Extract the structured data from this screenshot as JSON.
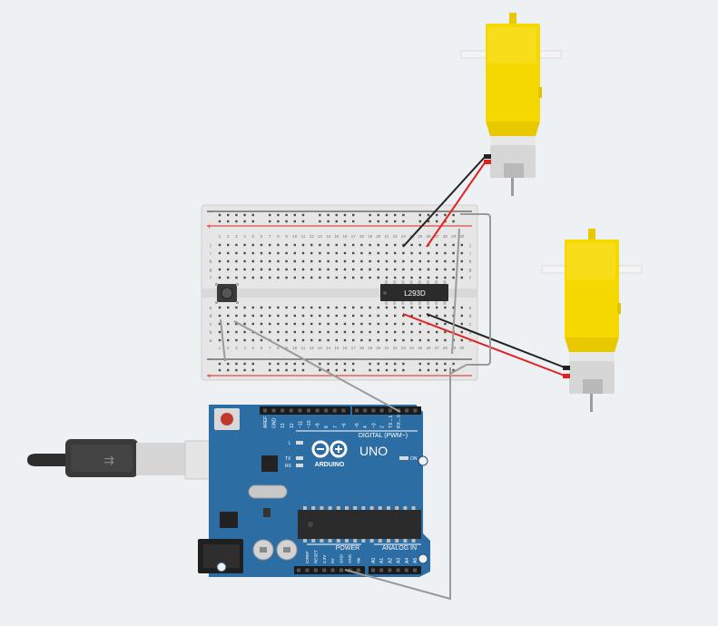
{
  "breadboard": {
    "column_numbers": [
      "1",
      "2",
      "3",
      "4",
      "5",
      "6",
      "7",
      "8",
      "9",
      "10",
      "11",
      "12",
      "13",
      "14",
      "15",
      "16",
      "17",
      "18",
      "19",
      "20",
      "21",
      "22",
      "23",
      "24",
      "25",
      "26",
      "27",
      "28",
      "29",
      "30"
    ],
    "row_letters_top": [
      "j",
      "i",
      "h",
      "g",
      "f"
    ],
    "row_letters_bottom": [
      "e",
      "d",
      "c",
      "b",
      "a"
    ],
    "rail_plus": "+",
    "rail_minus": "−"
  },
  "ic": {
    "label": "L293D"
  },
  "arduino": {
    "brand": "ARDUINO",
    "model": "UNO",
    "digital_label": "DIGITAL (PWM~)",
    "power_label": "POWER",
    "analog_label": "ANALOG IN",
    "led_l": "L",
    "led_tx": "TX",
    "led_rx": "RX",
    "led_on": "ON",
    "digital_pins": [
      "AREF",
      "GND",
      "13",
      "12",
      "~11",
      "~10",
      "~9",
      "8",
      "7",
      "~6",
      "~5",
      "4",
      "~3",
      "2",
      "TX→1",
      "RX←0"
    ],
    "power_pins": [
      "IOREF",
      "RESET",
      "3.3V",
      "5V",
      "GND",
      "GND",
      "Vin"
    ],
    "analog_pins": [
      "A0",
      "A1",
      "A2",
      "A3",
      "A4",
      "A5"
    ]
  },
  "colors": {
    "background": "#eef1f3",
    "board": "#2c6da3",
    "motor_yellow": "#f5d800",
    "wire_red": "#e32020",
    "wire_black": "#222222",
    "wire_gray": "#9a9a9a"
  }
}
